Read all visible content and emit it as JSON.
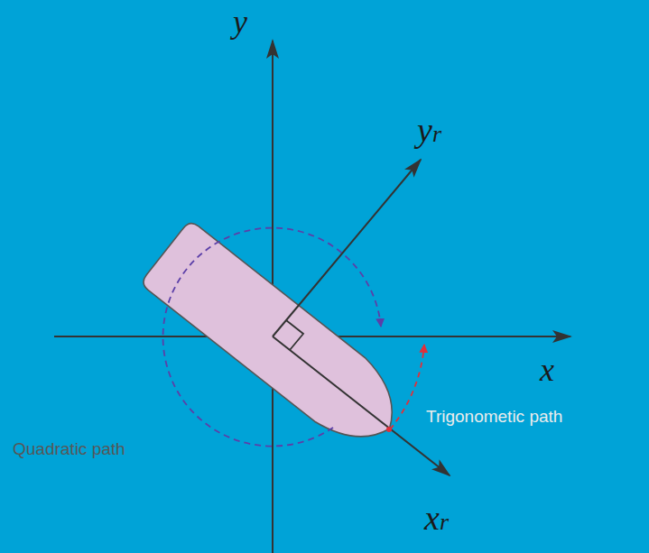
{
  "diagram": {
    "labels": [
      "y",
      "yr",
      "x",
      "xr",
      "Quadratic path",
      "Trigonometic path"
    ]
  }
}
